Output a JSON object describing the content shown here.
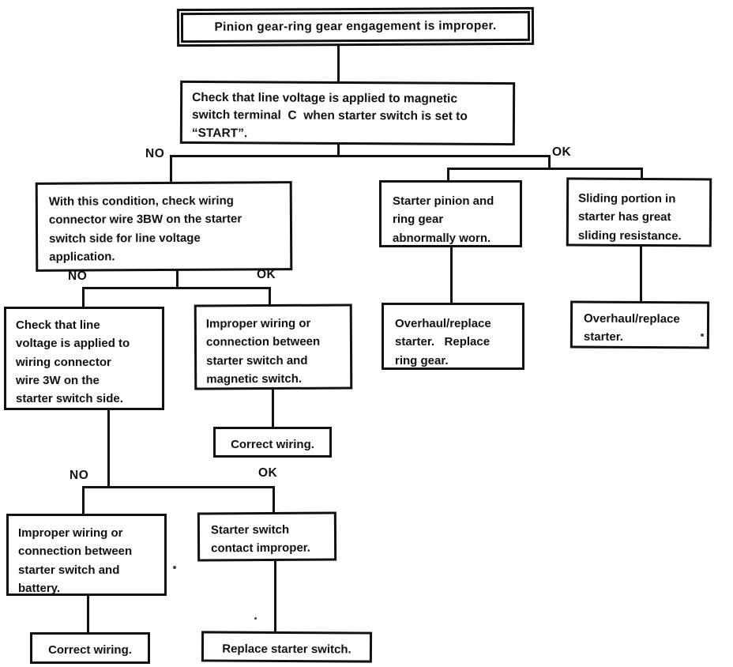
{
  "colors": {
    "ink": "#111111",
    "paper": "#ffffff"
  },
  "labels": {
    "no": "NO",
    "ok": "OK"
  },
  "nodes": {
    "root": "Pinion gear-ring gear engagement is improper.",
    "check_magnetic": "Check that line voltage is applied to magnetic\nswitch terminal  C  when starter switch is set to\n“START”.",
    "check_3bw": "With this condition, check wiring\nconnector wire 3BW on the starter\nswitch side for line voltage\napplication.",
    "pinion_worn": "Starter pinion and\nring gear\nabnormally worn.",
    "sliding_resistance": "Sliding portion in\nstarter has great\nsliding resistance.",
    "check_3w": "Check that line\nvoltage is applied to\nwiring connector\nwire 3W on the\nstarter switch side.",
    "wiring_magnetic": "Improper wiring or\nconnection between\nstarter switch and\nmagnetic switch.",
    "overhaul_ring": "Overhaul/replace\nstarter.   Replace\nring gear.",
    "overhaul": "Overhaul/replace\nstarter.",
    "correct_wiring_1": "Correct wiring.",
    "wiring_battery": "Improper wiring or\nconnection between\nstarter switch and\nbattery.",
    "switch_contact": "Starter switch\ncontact improper.",
    "correct_wiring_2": "Correct wiring.",
    "replace_switch": "Replace starter switch."
  }
}
